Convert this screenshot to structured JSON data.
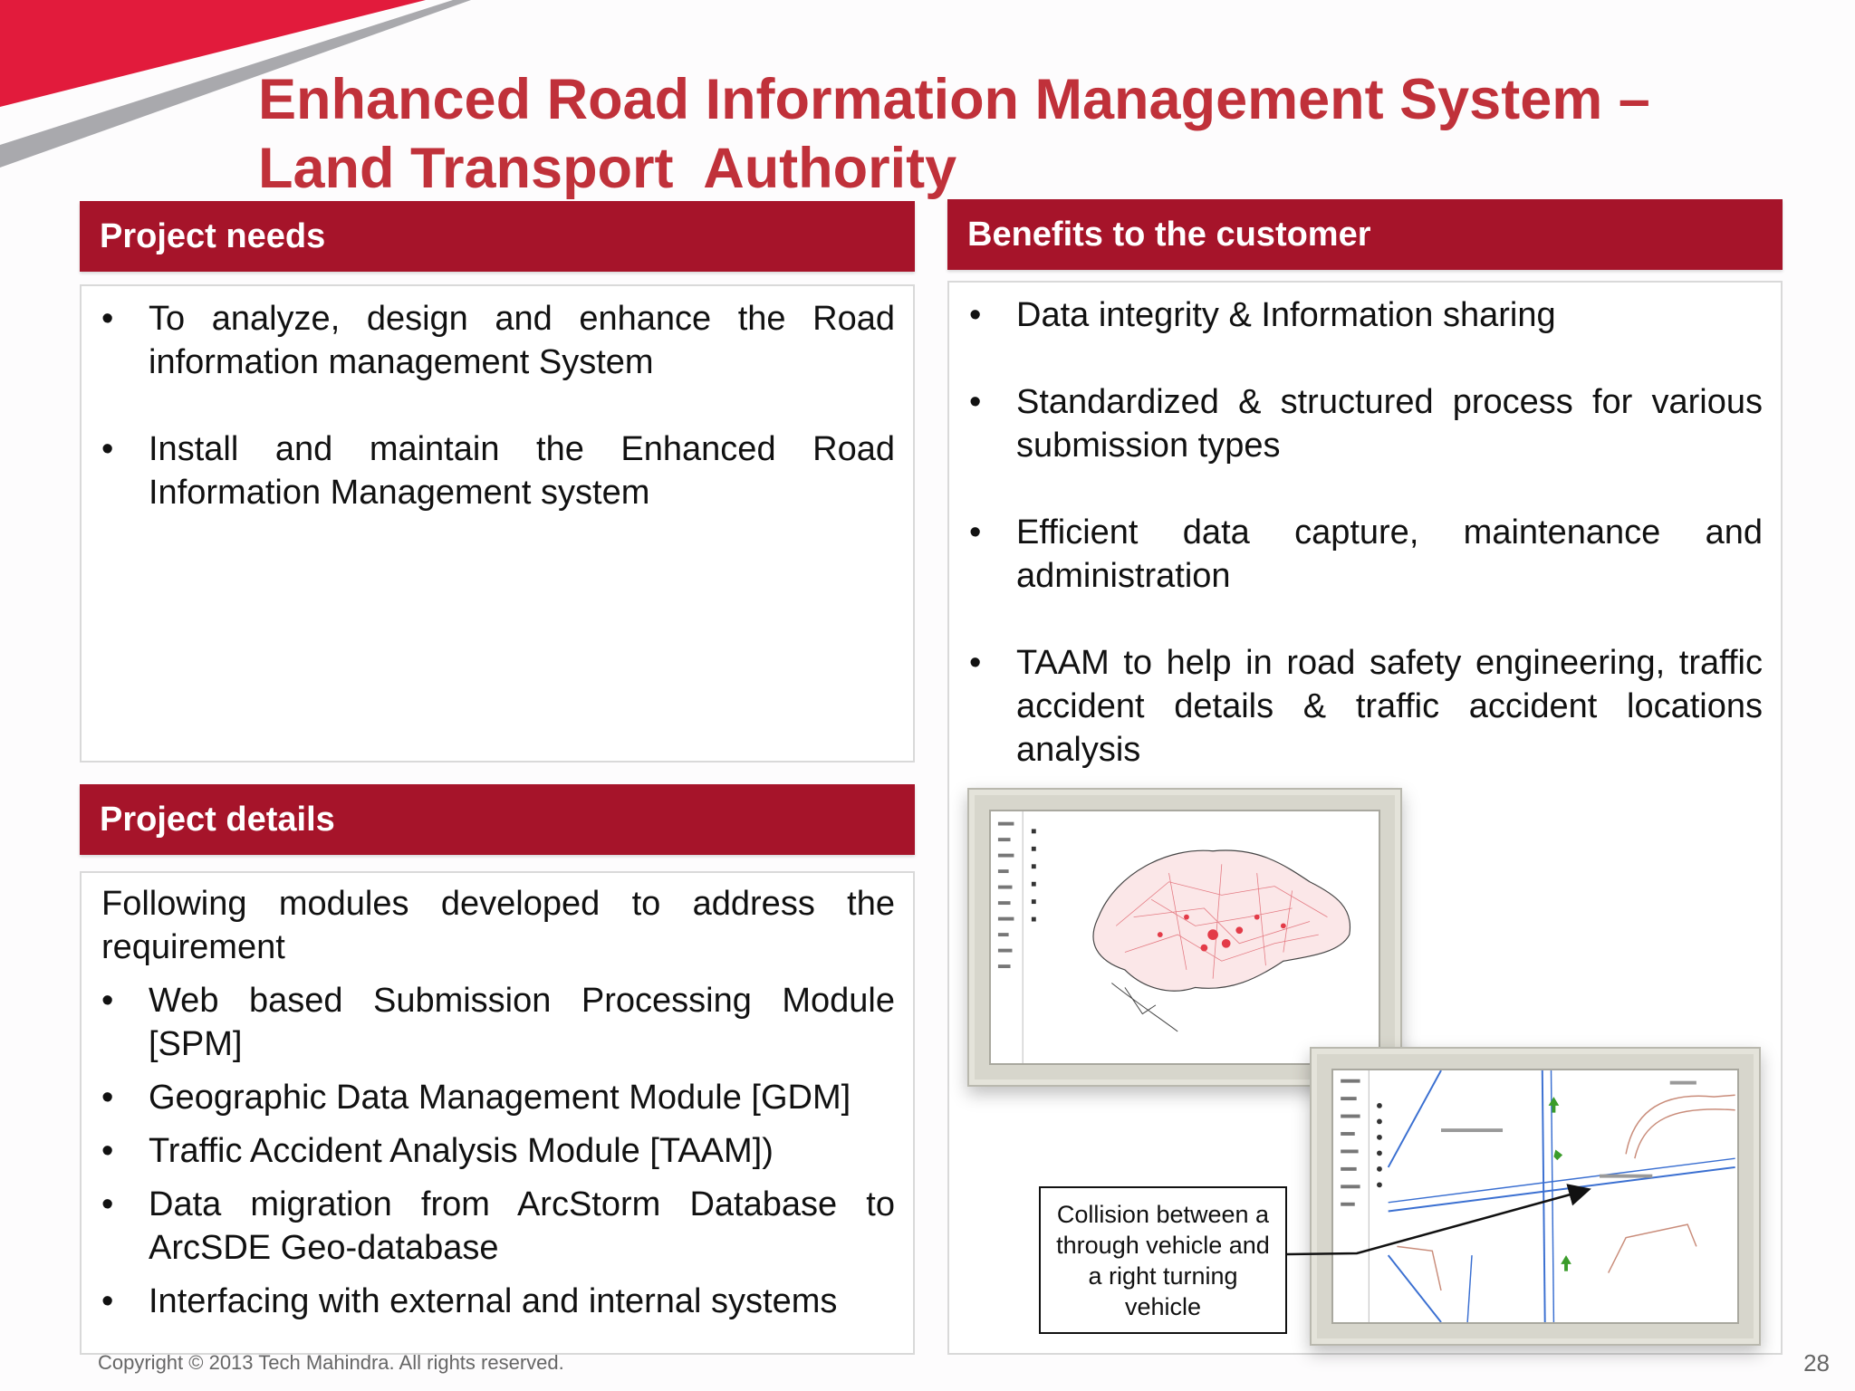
{
  "slide": {
    "title_line1": "Enhanced Road Information Management System –",
    "title_line2": "Land Transport  Authority",
    "footer": "Copyright © 2013 Tech Mahindra. All rights reserved.",
    "page_number": "28"
  },
  "colors": {
    "accent_red": "#a6142a",
    "title_red": "#c0313a"
  },
  "project_needs": {
    "heading": "Project needs",
    "items": [
      "To analyze, design and enhance the Road information management  System",
      "Install and maintain the Enhanced Road Information Management system"
    ]
  },
  "project_details": {
    "heading": "Project details",
    "intro": "Following modules developed to address the requirement",
    "items": [
      "Web based Submission Processing Module [SPM]",
      "Geographic Data Management Module [GDM]",
      "Traffic Accident Analysis Module [TAAM])",
      "Data migration from ArcStorm Database to ArcSDE Geo-database",
      "Interfacing with external and internal systems"
    ]
  },
  "benefits": {
    "heading": "Benefits to the customer",
    "items": [
      "Data integrity & Information sharing",
      "Standardized & structured process for various submission types",
      " Efficient data capture, maintenance and administration",
      "TAAM to help in road safety engineering,  traffic accident details & traffic accident  locations analysis"
    ]
  },
  "screenshots": {
    "callout": "Collision between a through vehicle and a right turning vehicle"
  }
}
